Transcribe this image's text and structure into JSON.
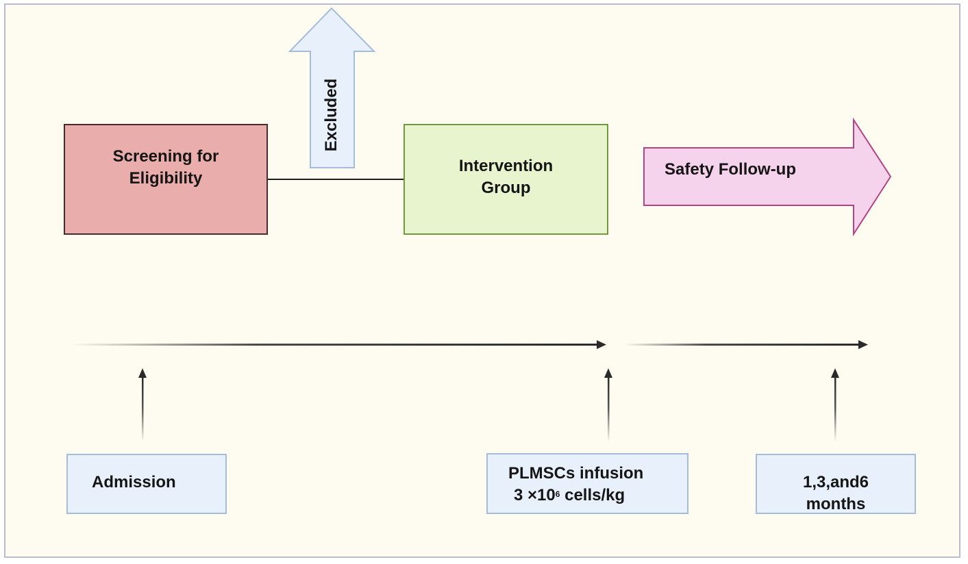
{
  "diagram": {
    "screening_lines": [
      "Screening for",
      "Eligibility"
    ],
    "excluded": "Excluded",
    "intervention_lines": [
      "Intervention",
      "Group"
    ],
    "safety_followup": "Safety Follow-up",
    "admission": "Admission",
    "infusion_line1": "PLMSCs infusion",
    "infusion_line2_prefix": "3 ×10",
    "infusion_line2_exp": "6",
    "infusion_line2_suffix": " cells/kg",
    "months_line1": "1,3,and6",
    "months_line2": "months"
  },
  "colors": {
    "background": "#fefcf1",
    "screening_fill": "#e9adab",
    "intervention_fill": "#e7f4cd",
    "excluded_fill": "#e8f1fb",
    "safety_fill": "#f6d3ec",
    "label_fill": "#e8f1fb"
  }
}
